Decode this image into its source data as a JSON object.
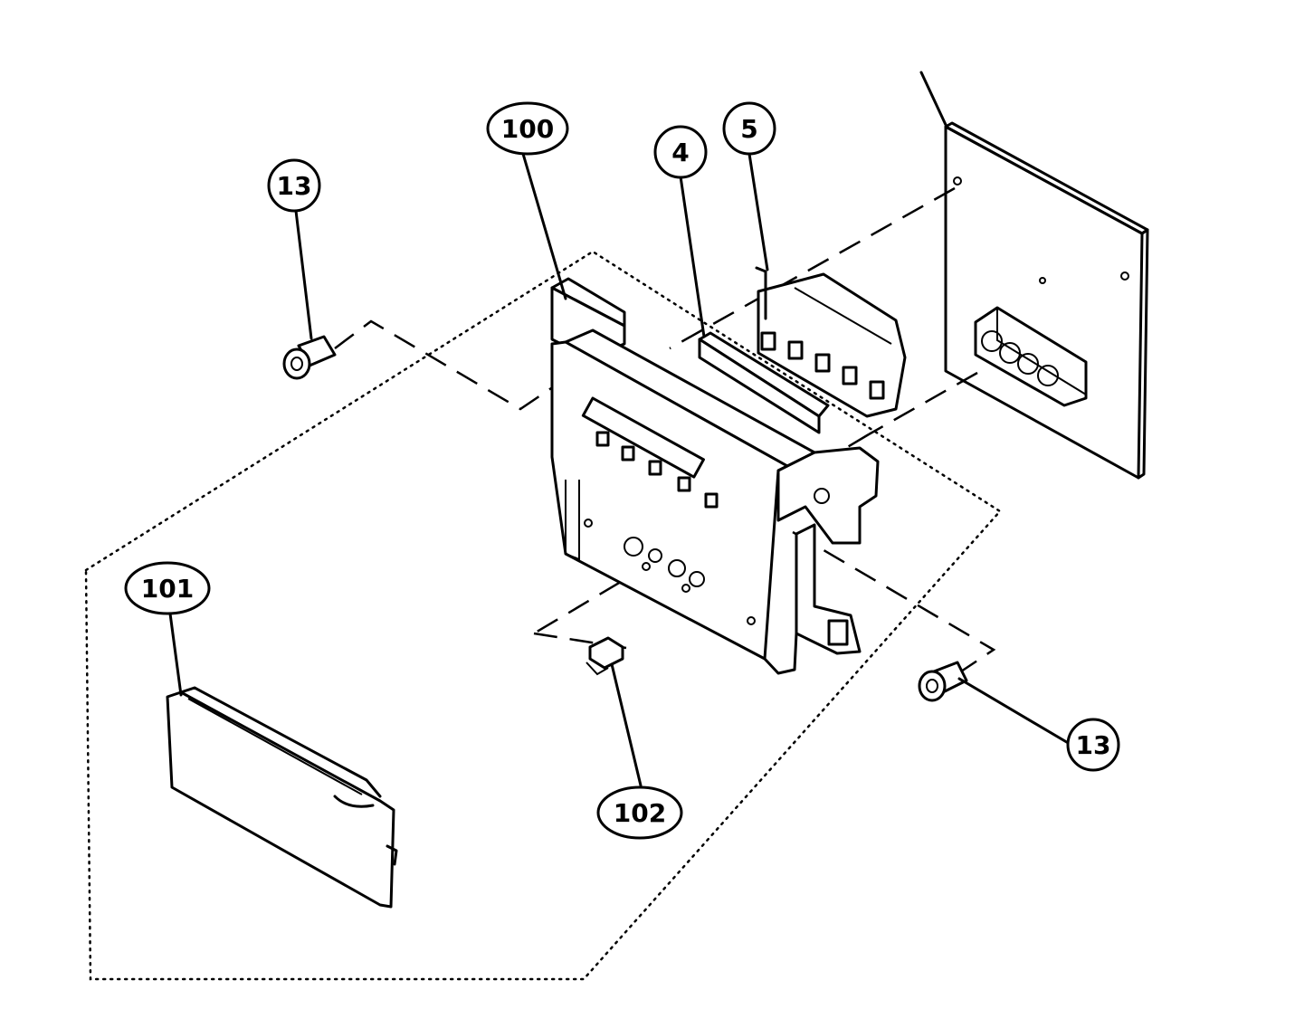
{
  "callouts": [
    {
      "id": "c-100",
      "label": "100",
      "ellipse": true
    },
    {
      "id": "c-4",
      "label": "4",
      "ellipse": false
    },
    {
      "id": "c-5",
      "label": "5",
      "ellipse": false
    },
    {
      "id": "c-13-top",
      "label": "13",
      "ellipse": false
    },
    {
      "id": "c-13-bottom",
      "label": "13",
      "ellipse": false
    },
    {
      "id": "c-101",
      "label": "101",
      "ellipse": true
    },
    {
      "id": "c-102",
      "label": "102",
      "ellipse": true
    }
  ]
}
